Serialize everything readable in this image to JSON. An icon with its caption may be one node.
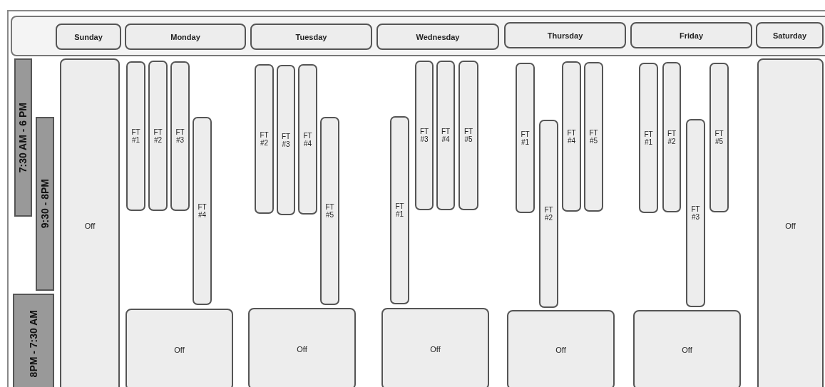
{
  "diagram": {
    "nodes": [
      {
        "text": [
          "Sunday"
        ]
      },
      {
        "text": [
          "Monday"
        ]
      },
      {
        "text": [
          "Tuesday"
        ]
      },
      {
        "text": [
          "Wednesday"
        ]
      },
      {
        "text": [
          "Thursday"
        ]
      },
      {
        "text": [
          "Friday"
        ]
      },
      {
        "text": [
          "Saturday"
        ]
      },
      {
        "text": [
          "7:30 AM - 6 PM"
        ]
      },
      {
        "text": [
          "9:30 - 8PM"
        ]
      },
      {
        "text": [
          "8PM - 7:30 AM"
        ]
      },
      {
        "text": [
          "Off"
        ]
      },
      {
        "text": [
          "FT #1"
        ]
      },
      {
        "text": [
          "FT #2"
        ]
      },
      {
        "text": [
          "FT #3"
        ]
      },
      {
        "text": [
          "FT #4"
        ]
      },
      {
        "text": [
          "Off"
        ]
      },
      {
        "text": [
          "FT #2"
        ]
      },
      {
        "text": [
          "FT #3"
        ]
      },
      {
        "text": [
          "FT #4"
        ]
      },
      {
        "text": [
          "FT #5"
        ]
      },
      {
        "text": [
          "Off"
        ]
      },
      {
        "text": [
          "FT #1"
        ]
      },
      {
        "text": [
          "FT #3"
        ]
      },
      {
        "text": [
          "FT #4"
        ]
      },
      {
        "text": [
          "FT #5"
        ]
      },
      {
        "text": [
          "Off"
        ]
      },
      {
        "text": [
          "FT #1"
        ]
      },
      {
        "text": [
          "FT #2"
        ]
      },
      {
        "text": [
          "FT #4"
        ]
      },
      {
        "text": [
          "FT #5"
        ]
      },
      {
        "text": [
          "Off"
        ]
      },
      {
        "text": [
          "FT #1"
        ]
      },
      {
        "text": [
          "FT #2"
        ]
      },
      {
        "text": [
          "FT #3"
        ]
      },
      {
        "text": [
          "FT #5"
        ]
      },
      {
        "text": [
          "Off"
        ]
      },
      {
        "text": [
          "Off"
        ]
      }
    ]
  }
}
